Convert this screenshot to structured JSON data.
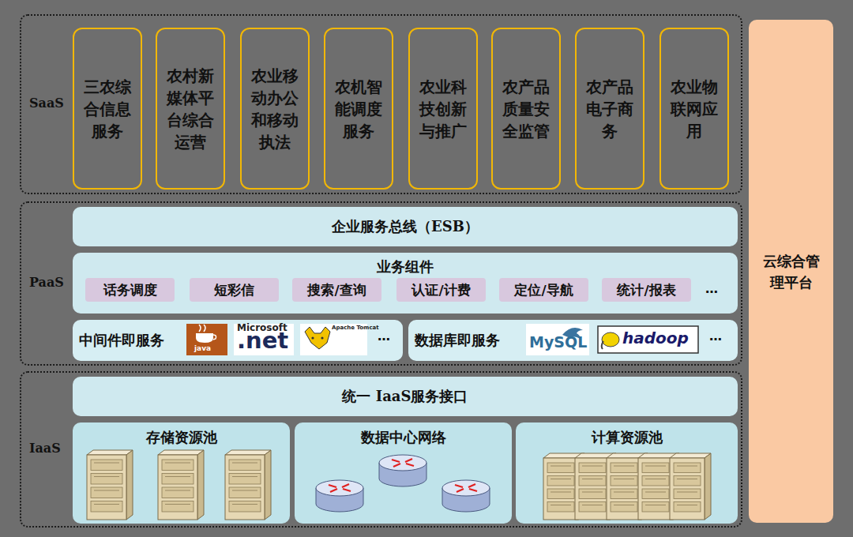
{
  "diagram": {
    "nodes": [
      {
        "text": [
          "SaaS"
        ]
      },
      {
        "text": [
          "三农综合信息服务"
        ],
        "in": 0
      },
      {
        "text": [
          "农村新媒体平台综合运营"
        ],
        "in": 0
      },
      {
        "text": [
          "农业移动办公和移动执法"
        ],
        "in": 0
      },
      {
        "text": [
          "农机智能调度服务"
        ],
        "in": 0
      },
      {
        "text": [
          "农业科技创新与推广"
        ],
        "in": 0
      },
      {
        "text": [
          "农产品质量安全监管"
        ],
        "in": 0
      },
      {
        "text": [
          "农产品电子商务"
        ],
        "in": 0
      },
      {
        "text": [
          "农业物联网应用"
        ],
        "in": 0
      },
      {
        "text": [
          "PaaS"
        ]
      },
      {
        "text": [
          "企业服务总线（ESB）"
        ],
        "in": 9
      },
      {
        "text": [
          "业务组件"
        ],
        "in": 9
      },
      {
        "text": [
          "话务调度"
        ],
        "in": 11
      },
      {
        "text": [
          "短彩信"
        ],
        "in": 11
      },
      {
        "text": [
          "搜索/查询"
        ],
        "in": 11
      },
      {
        "text": [
          "认证/计费"
        ],
        "in": 11
      },
      {
        "text": [
          "定位/导航"
        ],
        "in": 11
      },
      {
        "text": [
          "统计/报表"
        ],
        "in": 11
      },
      {
        "text": [
          "中间件即服务"
        ],
        "in": 9
      },
      {
        "text": [
          "数据库即服务"
        ],
        "in": 9
      },
      {
        "text": [
          "IaaS"
        ]
      },
      {
        "text": [
          "统一 IaaS服务接口"
        ],
        "in": 20
      },
      {
        "text": [
          "存储资源池"
        ],
        "in": 20
      },
      {
        "text": [
          "数据中心网络"
        ],
        "in": 20
      },
      {
        "text": [
          "计算资源池"
        ],
        "in": 20
      },
      {
        "text": [
          "云综合管理平台"
        ]
      }
    ],
    "labels": [
      "…",
      "java",
      "Microsoft",
      ".net",
      "Apache Tomcat",
      "…",
      "MySQL",
      "hadoop",
      "…"
    ]
  }
}
